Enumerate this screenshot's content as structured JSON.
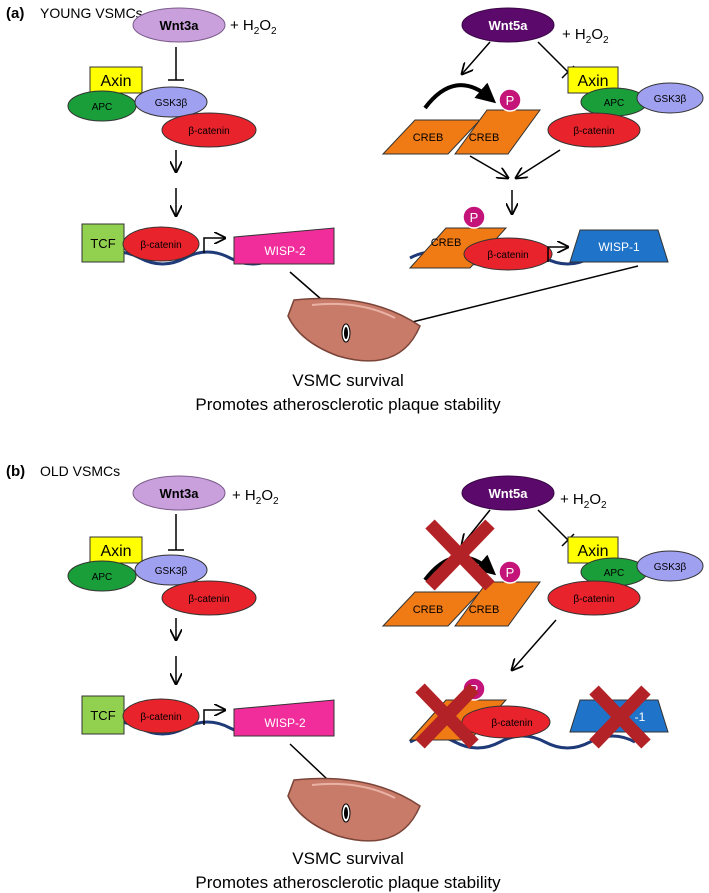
{
  "panel_a": {
    "letter": "(a)",
    "title": "YOUNG VSMCs",
    "wnt3a": "Wnt3a",
    "wnt5a": "Wnt5a",
    "h2o2_prefix": "+ H",
    "h2o2_sub": "2",
    "h2o2_o": "O",
    "left": {
      "axin": "Axin",
      "apc": "APC",
      "gsk": "GSK3β",
      "bcat": "β-catenin",
      "tcf": "TCF",
      "bcat_nuc": "β-catenin",
      "wisp": "WISP-2"
    },
    "right": {
      "creb1": "CREB",
      "creb2": "CREB",
      "p": "P",
      "axin": "Axin",
      "apc": "APC",
      "gsk": "GSK3β",
      "bcat": "β-catenin",
      "creb_nuc": "CREB",
      "p_nuc": "P",
      "bcat_nuc": "β-catenin",
      "wisp": "WISP-1"
    },
    "outcome_line1": "VSMC survival",
    "outcome_line2": "Promotes atherosclerotic plaque stability"
  },
  "panel_b": {
    "letter": "(b)",
    "title": "OLD VSMCs",
    "wnt3a": "Wnt3a",
    "wnt5a": "Wnt5a",
    "h2o2_prefix": "+ H",
    "h2o2_sub": "2",
    "h2o2_o": "O",
    "left": {
      "axin": "Axin",
      "apc": "APC",
      "gsk": "GSK3β",
      "bcat": "β-catenin",
      "tcf": "TCF",
      "bcat_nuc": "β-catenin",
      "wisp": "WISP-2"
    },
    "right": {
      "creb1": "CREB",
      "creb2": "CREB",
      "p": "P",
      "axin": "Axin",
      "apc": "APC",
      "gsk": "GSK3β",
      "bcat": "β-catenin",
      "p_nuc": "P",
      "bcat_nuc": "β-catenin",
      "wisp": "-1"
    },
    "outcome_line1": "VSMC survival",
    "outcome_line2": "Promotes atherosclerotic plaque stability"
  },
  "colors": {
    "wnt3a": "#C9A0DC",
    "wnt5a": "#5B0A6B",
    "axin": "#FFFF00",
    "apc": "#1A9E3A",
    "gsk": "#A0A0F0",
    "bcat": "#E8232B",
    "tcf": "#92D050",
    "wisp2": "#F02D9B",
    "wisp1": "#1F73C8",
    "creb": "#F07A14",
    "phospho": "#C4147A",
    "dna": "#1F3A78",
    "cell": "#C97B6A",
    "cross": "#B22226"
  }
}
